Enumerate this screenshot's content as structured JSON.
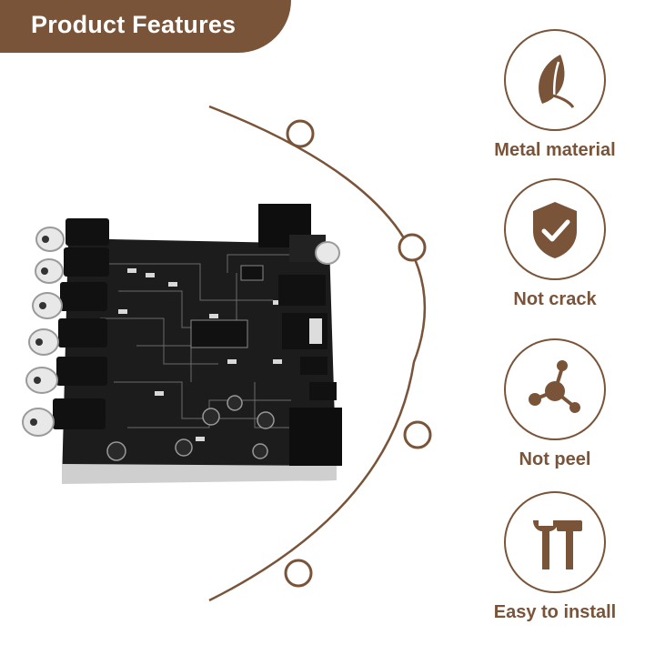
{
  "header": {
    "title": "Product Features"
  },
  "features": [
    {
      "label": "Metal material",
      "icon": "leaf-icon"
    },
    {
      "label": "Not crack",
      "icon": "shield-check-icon"
    },
    {
      "label": "Not peel",
      "icon": "molecule-icon"
    },
    {
      "label": "Easy to install",
      "icon": "tools-icon"
    }
  ],
  "colors": {
    "accent": "#7a5439",
    "board": "#1c1c1c"
  }
}
